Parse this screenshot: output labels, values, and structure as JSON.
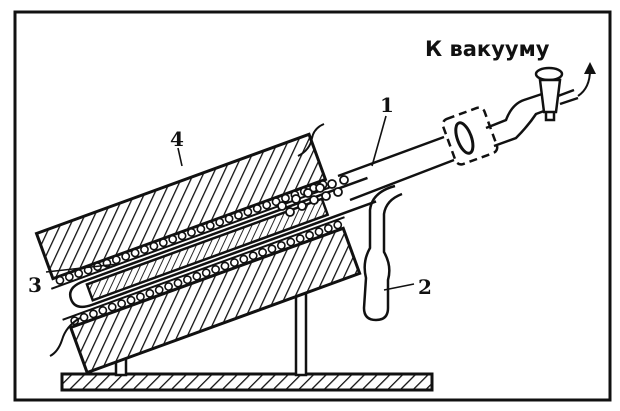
{
  "labels": {
    "tube": "1",
    "trap": "2",
    "sample": "3",
    "furnace": "4"
  },
  "caption_vacuum": "К вакууму"
}
